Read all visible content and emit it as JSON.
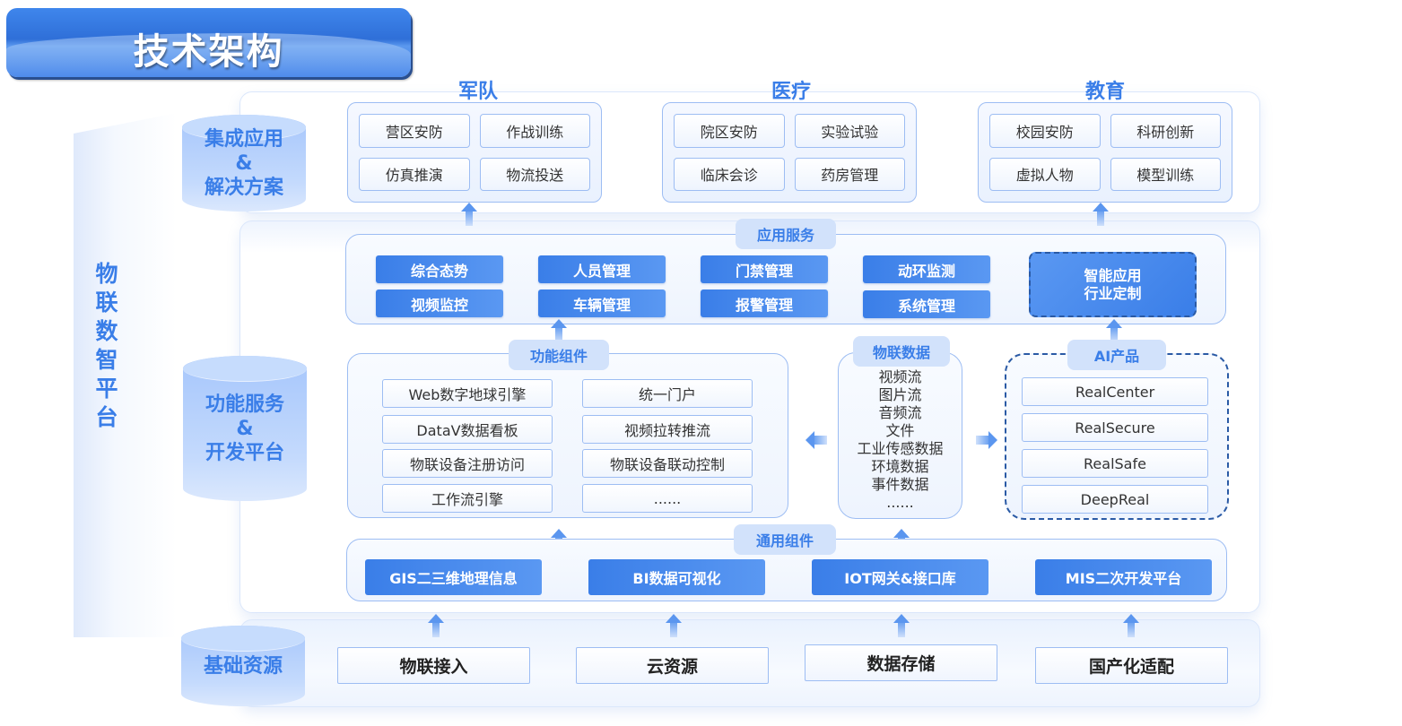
{
  "title": "技术架构",
  "platform": {
    "label_chars": [
      "物",
      "联",
      "数",
      "智",
      "平",
      "台"
    ]
  },
  "layers": {
    "integration": {
      "line1": "集成应用",
      "line2": "&",
      "line3": "解决方案"
    },
    "function": {
      "line1": "功能服务",
      "line2": "&",
      "line3": "开发平台"
    },
    "base": {
      "line1": "基础资源"
    }
  },
  "industries": [
    {
      "title": "军队",
      "items": [
        "营区安防",
        "作战训练",
        "仿真推演",
        "物流投送"
      ]
    },
    {
      "title": "医疗",
      "items": [
        "院区安防",
        "实验试验",
        "临床会诊",
        "药房管理"
      ]
    },
    {
      "title": "教育",
      "items": [
        "校园安防",
        "科研创新",
        "虚拟人物",
        "模型训练"
      ]
    }
  ],
  "app_services": {
    "tag": "应用服务",
    "items": [
      "综合态势",
      "视频监控",
      "人员管理",
      "车辆管理",
      "门禁管理",
      "报警管理",
      "动环监测",
      "系统管理"
    ],
    "custom": {
      "line1": "智能应用",
      "line2": "行业定制"
    }
  },
  "func_components": {
    "tag": "功能组件",
    "items": [
      "Web数字地球引擎",
      "统一门户",
      "DataV数据看板",
      "视频拉转推流",
      "物联设备注册访问",
      "物联设备联动控制",
      "工作流引擎",
      "......"
    ]
  },
  "iot_data": {
    "tag": "物联数据",
    "items": [
      "视频流",
      "图片流",
      "音频流",
      "文件",
      "工业传感数据",
      "环境数据",
      "事件数据",
      "......"
    ]
  },
  "ai_products": {
    "tag": "AI产品",
    "items": [
      "RealCenter",
      "RealSecure",
      "RealSafe",
      "DeepReal"
    ]
  },
  "common_components": {
    "tag": "通用组件",
    "items": [
      "GIS二三维地理信息",
      "BI数据可视化",
      "IOT网关&接口库",
      "MIS二次开发平台"
    ]
  },
  "base_resources": {
    "items": [
      "物联接入",
      "云资源",
      "数据存储",
      "国产化适配"
    ]
  },
  "colors": {
    "accent": "#3a7ee8",
    "tag_bg": "#d2e2fb",
    "border": "#9dbdf3",
    "dashed": "#2a5aa5"
  }
}
